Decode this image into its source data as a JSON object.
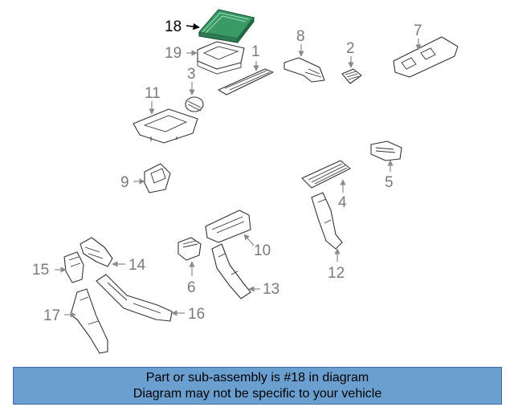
{
  "diagram": {
    "labels": {
      "p1": "1",
      "p2": "2",
      "p3": "3",
      "p4": "4",
      "p5": "5",
      "p6": "6",
      "p7": "7",
      "p8": "8",
      "p9": "9",
      "p10": "10",
      "p11": "11",
      "p12": "12",
      "p13": "13",
      "p14": "14",
      "p15": "15",
      "p16": "16",
      "p17": "17",
      "p18": "18",
      "p19": "19"
    },
    "highlight_color": "#2e8b57"
  },
  "footer": {
    "line1": "Part or sub-assembly is #18 in diagram",
    "line2": "Diagram may not be specific to your vehicle",
    "background": "#6a9fd0"
  }
}
